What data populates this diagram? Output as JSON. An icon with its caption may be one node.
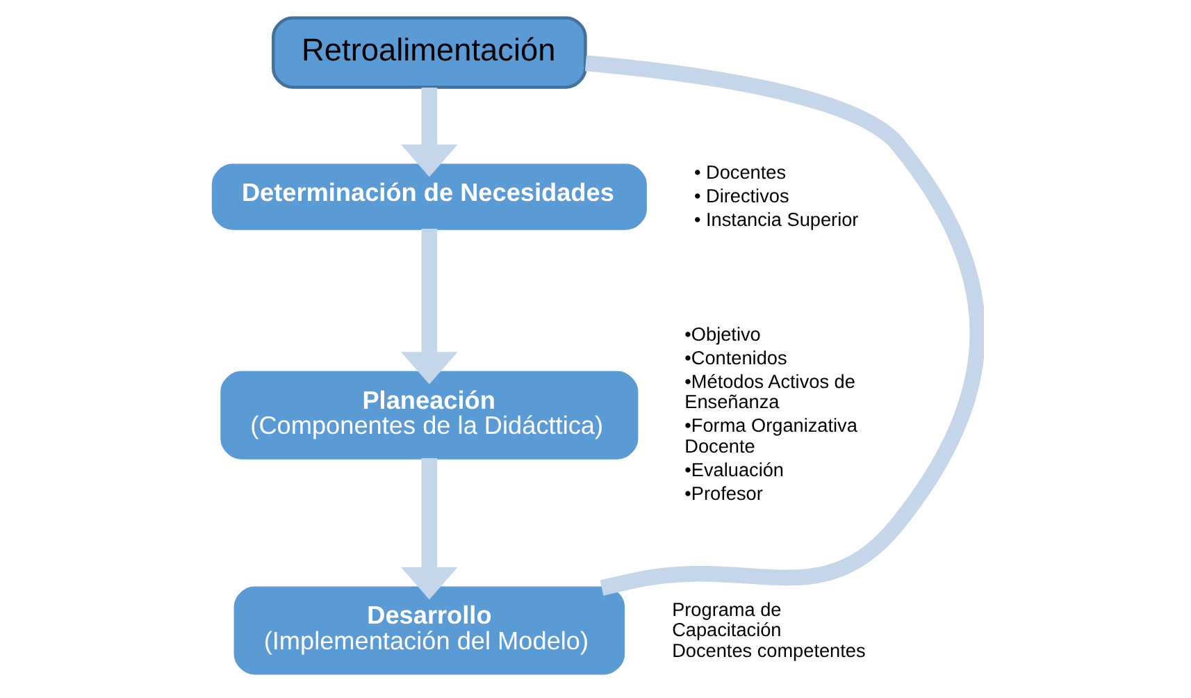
{
  "diagram": {
    "nodes": [
      {
        "text": [
          "Retroalimentación"
        ]
      },
      {
        "text": [
          "Determinación de Necesidades"
        ],
        "beside": [
          "• Docentes",
          "• Directivos",
          "• Instancia Superior"
        ]
      },
      {
        "text": [
          "Planeación",
          "(Componentes de la Didácttica)"
        ],
        "beside": [
          "•Objetivo",
          "•Contenidos",
          "•Métodos Activos de Enseñanza",
          "•Forma Organizativa Docente",
          "•Evaluación",
          "•Profesor"
        ]
      },
      {
        "text": [
          "Desarrollo",
          "(Implementación del Modelo)"
        ],
        "beside": [
          "Programa de Capacitación Docentes competentes"
        ]
      }
    ],
    "edges": [
      {
        "from": 1,
        "to": 2,
        "arrow": "to"
      },
      {
        "from": 2,
        "to": 3,
        "arrow": "to"
      },
      {
        "from": 3,
        "to": 0,
        "arrow": "none"
      },
      {
        "from": 0,
        "to": 1,
        "arrow": "to"
      }
    ]
  }
}
